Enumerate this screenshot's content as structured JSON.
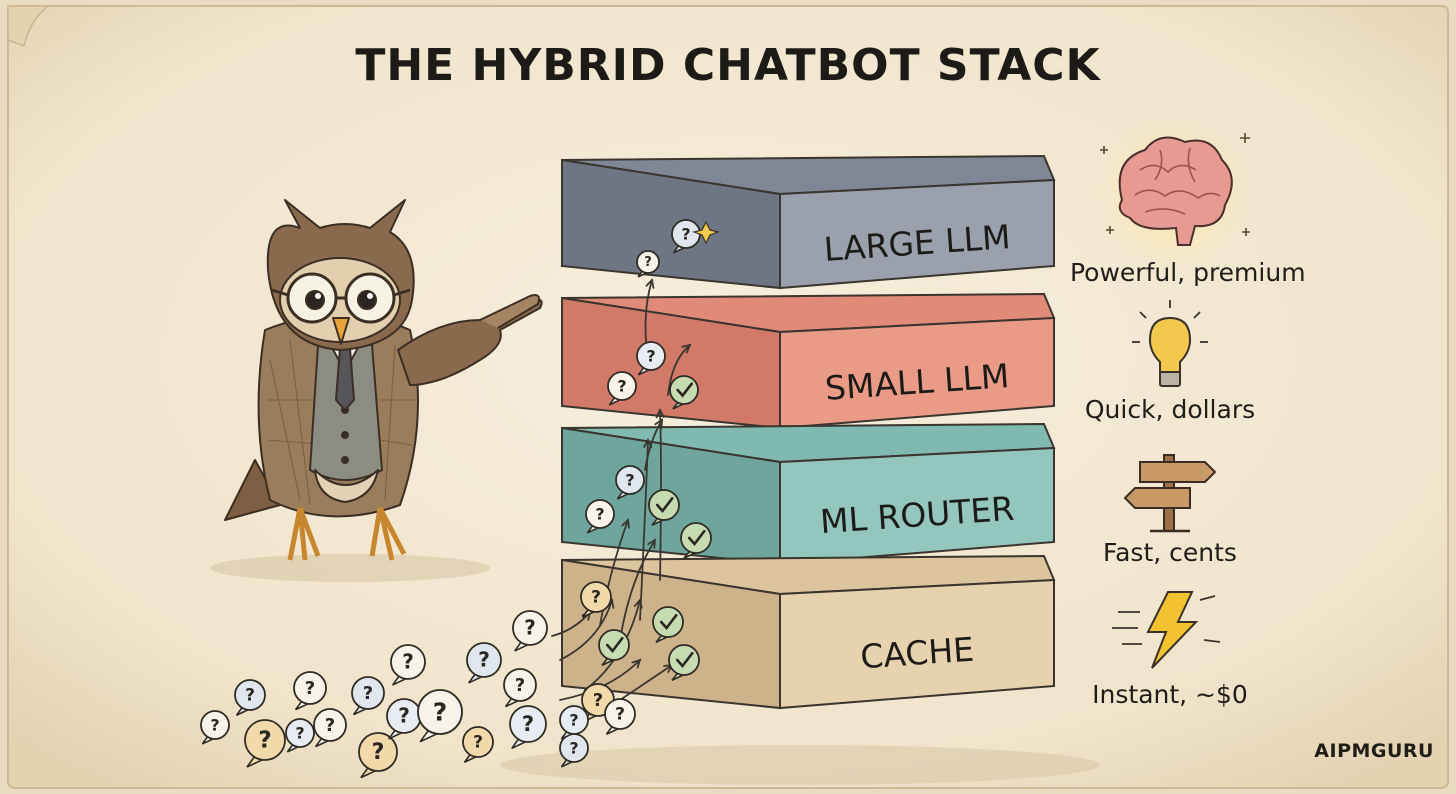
{
  "title": "THE HYBRID CHATBOT STACK",
  "layers": [
    {
      "label": "LARGE LLM",
      "top": "#7f8796",
      "front": "#9aa1ad",
      "side": "#6e7583"
    },
    {
      "label": "SMALL LLM",
      "top": "#e08a78",
      "front": "#ea9b86",
      "side": "#d27a68"
    },
    {
      "label": "ML ROUTER",
      "top": "#7fb9b0",
      "front": "#93c7bd",
      "side": "#6ea69d"
    },
    {
      "label": "CACHE",
      "top": "#dcc49c",
      "front": "#e6d3ae",
      "side": "#cdb389"
    }
  ],
  "features": [
    {
      "icon": "brain-icon",
      "label": "Powerful, premium"
    },
    {
      "icon": "lightbulb-icon",
      "label": "Quick, dollars"
    },
    {
      "icon": "signpost-icon",
      "label": "Fast, cents"
    },
    {
      "icon": "lightning-icon",
      "label": "Instant, ~$0"
    }
  ],
  "bubble_glyph": "?",
  "brand": "AIPMGURU",
  "colors": {
    "paper": "#f4ead6",
    "ink": "#1f1d1a",
    "owl_brown": "#8a6a4c",
    "jacket": "#9a7d5b",
    "vest": "#8c8d82",
    "check": "#7aa06a"
  }
}
